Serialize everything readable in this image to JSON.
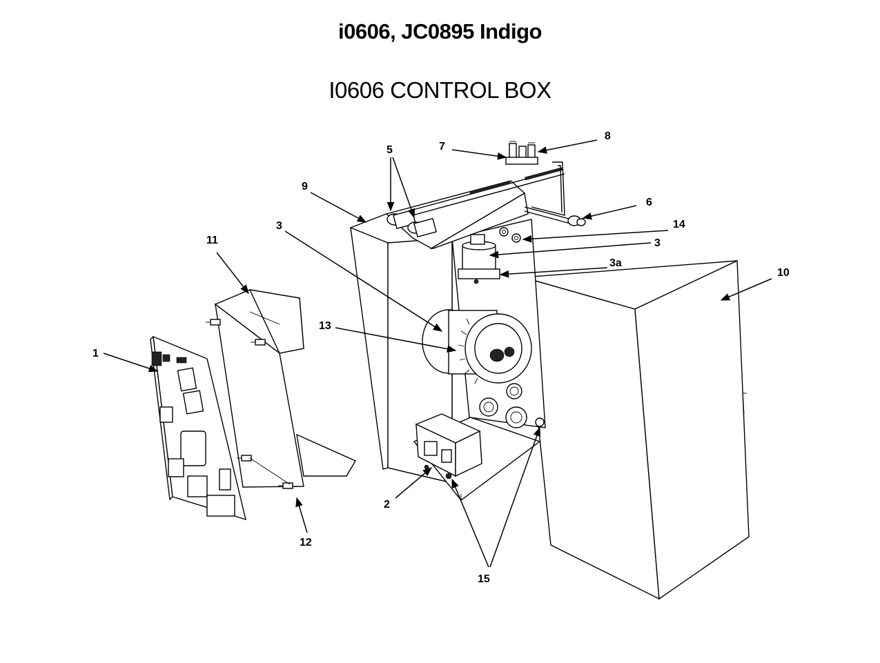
{
  "title": "i0606, JC0895 Indigo",
  "subtitle": "I0606 CONTROL BOX",
  "callouts": {
    "c1": "1",
    "c2": "2",
    "c3_left": "3",
    "c3_right": "3",
    "c3a": "3a",
    "c5": "5",
    "c6": "6",
    "c7": "7",
    "c8": "8",
    "c9": "9",
    "c10": "10",
    "c11": "11",
    "c12": "12",
    "c13": "13",
    "c14": "14",
    "c15": "15"
  }
}
